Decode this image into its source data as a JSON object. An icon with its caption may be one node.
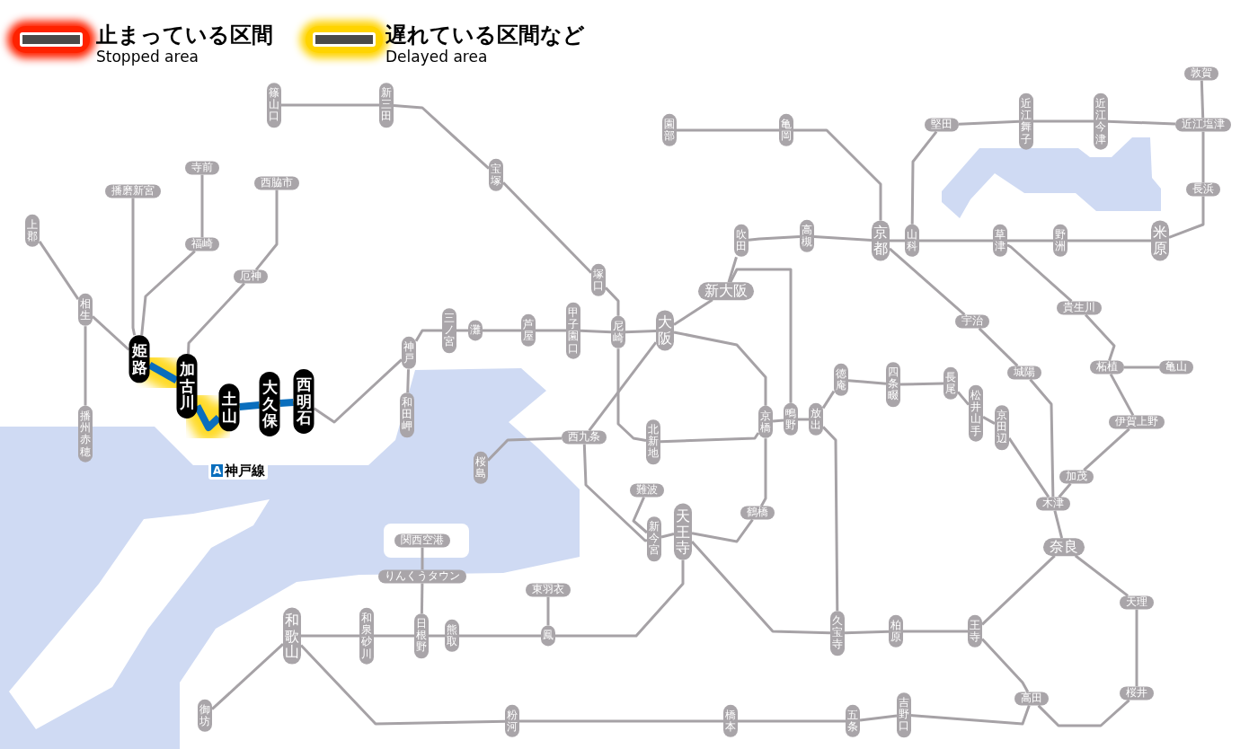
{
  "diagram": {
    "nodes": [
      {
        "text": [
          "篠山口"
        ]
      },
      {
        "text": [
          "新三田"
        ]
      },
      {
        "text": [
          "宝塚"
        ]
      },
      {
        "text": [
          "塚口"
        ]
      },
      {
        "text": [
          "尼崎"
        ]
      },
      {
        "text": [
          "大阪"
        ]
      },
      {
        "text": [
          "新大阪"
        ]
      },
      {
        "text": [
          "吹田"
        ]
      },
      {
        "text": [
          "高槻"
        ]
      },
      {
        "text": [
          "京都"
        ]
      },
      {
        "text": [
          "山科"
        ]
      },
      {
        "text": [
          "園部"
        ]
      },
      {
        "text": [
          "亀岡"
        ]
      },
      {
        "text": [
          "堅田"
        ]
      },
      {
        "text": [
          "近江舞子"
        ]
      },
      {
        "text": [
          "近江今津"
        ]
      },
      {
        "text": [
          "近江塩津"
        ]
      },
      {
        "text": [
          "敦賀"
        ]
      },
      {
        "text": [
          "長浜"
        ]
      },
      {
        "text": [
          "米原"
        ]
      },
      {
        "text": [
          "野洲"
        ]
      },
      {
        "text": [
          "草津"
        ]
      },
      {
        "text": [
          "貴生川"
        ]
      },
      {
        "text": [
          "柘植"
        ]
      },
      {
        "text": [
          "亀山"
        ]
      },
      {
        "text": [
          "伊賀上野"
        ]
      },
      {
        "text": [
          "加茂"
        ]
      },
      {
        "text": [
          "木津"
        ]
      },
      {
        "text": [
          "奈良"
        ]
      },
      {
        "text": [
          "宇治"
        ]
      },
      {
        "text": [
          "城陽"
        ]
      },
      {
        "text": [
          "天理"
        ]
      },
      {
        "text": [
          "桜井"
        ]
      },
      {
        "text": [
          "高田"
        ]
      },
      {
        "text": [
          "王寺"
        ]
      },
      {
        "text": [
          "柏原"
        ]
      },
      {
        "text": [
          "久宝寺"
        ]
      },
      {
        "text": [
          "放出"
        ]
      },
      {
        "text": [
          "鴫野"
        ]
      },
      {
        "text": [
          "京橋"
        ]
      },
      {
        "text": [
          "徳庵"
        ]
      },
      {
        "text": [
          "四条畷"
        ]
      },
      {
        "text": [
          "長尾"
        ]
      },
      {
        "text": [
          "松井山手"
        ]
      },
      {
        "text": [
          "京田辺"
        ]
      },
      {
        "text": [
          "北新地"
        ]
      },
      {
        "text": [
          "西九条"
        ]
      },
      {
        "text": [
          "桜島"
        ]
      },
      {
        "text": [
          "鶴橋"
        ]
      },
      {
        "text": [
          "天王寺"
        ]
      },
      {
        "text": [
          "新今宮"
        ]
      },
      {
        "text": [
          "難波"
        ]
      },
      {
        "text": [
          "東羽衣"
        ]
      },
      {
        "text": [
          "鳳"
        ]
      },
      {
        "text": [
          "熊取"
        ]
      },
      {
        "text": [
          "日根野"
        ]
      },
      {
        "text": [
          "りんくうタウン"
        ]
      },
      {
        "text": [
          "関西空港"
        ]
      },
      {
        "text": [
          "和泉砂川"
        ]
      },
      {
        "text": [
          "和歌山"
        ]
      },
      {
        "text": [
          "御坊"
        ]
      },
      {
        "text": [
          "粉河"
        ]
      },
      {
        "text": [
          "橋本"
        ]
      },
      {
        "text": [
          "五条"
        ]
      },
      {
        "text": [
          "吉野口"
        ]
      },
      {
        "text": [
          "甲子園口"
        ]
      },
      {
        "text": [
          "芦屋"
        ]
      },
      {
        "text": [
          "灘"
        ]
      },
      {
        "text": [
          "三ノ宮"
        ]
      },
      {
        "text": [
          "神戸"
        ]
      },
      {
        "text": [
          "和田岬"
        ]
      },
      {
        "text": [
          "西明石"
        ]
      },
      {
        "text": [
          "大久保"
        ]
      },
      {
        "text": [
          "土山"
        ]
      },
      {
        "text": [
          "加古川"
        ]
      },
      {
        "text": [
          "姫路"
        ]
      },
      {
        "text": [
          "厄神"
        ]
      },
      {
        "text": [
          "西脇市"
        ]
      },
      {
        "text": [
          "福崎"
        ]
      },
      {
        "text": [
          "寺前"
        ]
      },
      {
        "text": [
          "播磨新宮"
        ]
      },
      {
        "text": [
          "上郡"
        ]
      },
      {
        "text": [
          "相生"
        ]
      },
      {
        "text": [
          "播州赤穂"
        ]
      }
    ],
    "edges": [
      {
        "from": 81,
        "to": 82,
        "arrow": "none"
      },
      {
        "from": 82,
        "to": 75,
        "arrow": "none"
      },
      {
        "from": 82,
        "to": 83,
        "arrow": "none"
      },
      {
        "from": 80,
        "to": 75,
        "arrow": "none"
      },
      {
        "from": 79,
        "to": 78,
        "arrow": "none"
      },
      {
        "from": 78,
        "to": 75,
        "arrow": "none"
      },
      {
        "from": 77,
        "to": 76,
        "arrow": "none"
      },
      {
        "from": 76,
        "to": 74,
        "arrow": "none"
      },
      {
        "from": 75,
        "to": 74,
        "arrow": "none",
        "style": "thick",
        "color": "#0a6ebd"
      },
      {
        "from": 74,
        "to": 73,
        "arrow": "none",
        "style": "thick",
        "color": "#0a6ebd"
      },
      {
        "from": 73,
        "to": 72,
        "arrow": "none",
        "style": "thick",
        "color": "#0a6ebd"
      },
      {
        "from": 72,
        "to": 71,
        "arrow": "none",
        "style": "thick",
        "color": "#0a6ebd"
      },
      {
        "from": 71,
        "to": 69,
        "arrow": "none"
      },
      {
        "from": 69,
        "to": 70,
        "arrow": "none"
      },
      {
        "from": 69,
        "to": 68,
        "arrow": "none"
      },
      {
        "from": 68,
        "to": 67,
        "arrow": "none"
      },
      {
        "from": 67,
        "to": 66,
        "arrow": "none"
      },
      {
        "from": 66,
        "to": 65,
        "arrow": "none"
      },
      {
        "from": 65,
        "to": 4,
        "arrow": "none"
      },
      {
        "from": 4,
        "to": 5,
        "arrow": "none"
      },
      {
        "from": 0,
        "to": 1,
        "arrow": "none"
      },
      {
        "from": 1,
        "to": 2,
        "arrow": "none"
      },
      {
        "from": 2,
        "to": 3,
        "arrow": "none"
      },
      {
        "from": 3,
        "to": 4,
        "arrow": "none"
      },
      {
        "from": 4,
        "to": 45,
        "arrow": "none"
      },
      {
        "from": 45,
        "to": 39,
        "arrow": "none"
      },
      {
        "from": 39,
        "to": 38,
        "arrow": "none"
      },
      {
        "from": 38,
        "to": 37,
        "arrow": "none"
      },
      {
        "from": 37,
        "to": 40,
        "arrow": "none"
      },
      {
        "from": 40,
        "to": 41,
        "arrow": "none"
      },
      {
        "from": 41,
        "to": 42,
        "arrow": "none"
      },
      {
        "from": 42,
        "to": 43,
        "arrow": "none"
      },
      {
        "from": 43,
        "to": 44,
        "arrow": "none"
      },
      {
        "from": 44,
        "to": 27,
        "arrow": "none"
      },
      {
        "from": 37,
        "to": 36,
        "arrow": "none"
      },
      {
        "from": 6,
        "to": 38,
        "arrow": "none"
      },
      {
        "from": 5,
        "to": 6,
        "arrow": "none"
      },
      {
        "from": 6,
        "to": 7,
        "arrow": "none"
      },
      {
        "from": 7,
        "to": 8,
        "arrow": "none"
      },
      {
        "from": 8,
        "to": 9,
        "arrow": "none"
      },
      {
        "from": 9,
        "to": 10,
        "arrow": "none"
      },
      {
        "from": 10,
        "to": 21,
        "arrow": "none"
      },
      {
        "from": 21,
        "to": 20,
        "arrow": "none"
      },
      {
        "from": 20,
        "to": 19,
        "arrow": "none"
      },
      {
        "from": 19,
        "to": 18,
        "arrow": "none"
      },
      {
        "from": 18,
        "to": 16,
        "arrow": "none"
      },
      {
        "from": 17,
        "to": 16,
        "arrow": "none"
      },
      {
        "from": 16,
        "to": 15,
        "arrow": "none"
      },
      {
        "from": 15,
        "to": 14,
        "arrow": "none"
      },
      {
        "from": 14,
        "to": 13,
        "arrow": "none"
      },
      {
        "from": 13,
        "to": 10,
        "arrow": "none"
      },
      {
        "from": 11,
        "to": 12,
        "arrow": "none"
      },
      {
        "from": 12,
        "to": 9,
        "arrow": "none"
      },
      {
        "from": 9,
        "to": 29,
        "arrow": "none"
      },
      {
        "from": 29,
        "to": 30,
        "arrow": "none"
      },
      {
        "from": 30,
        "to": 27,
        "arrow": "none"
      },
      {
        "from": 27,
        "to": 28,
        "arrow": "none"
      },
      {
        "from": 21,
        "to": 22,
        "arrow": "none"
      },
      {
        "from": 22,
        "to": 23,
        "arrow": "none"
      },
      {
        "from": 23,
        "to": 24,
        "arrow": "none"
      },
      {
        "from": 23,
        "to": 25,
        "arrow": "none"
      },
      {
        "from": 25,
        "to": 26,
        "arrow": "none"
      },
      {
        "from": 26,
        "to": 27,
        "arrow": "none"
      },
      {
        "from": 28,
        "to": 31,
        "arrow": "none"
      },
      {
        "from": 31,
        "to": 32,
        "arrow": "none"
      },
      {
        "from": 32,
        "to": 33,
        "arrow": "none"
      },
      {
        "from": 28,
        "to": 34,
        "arrow": "none"
      },
      {
        "from": 34,
        "to": 33,
        "arrow": "none"
      },
      {
        "from": 33,
        "to": 64,
        "arrow": "none"
      },
      {
        "from": 64,
        "to": 63,
        "arrow": "none"
      },
      {
        "from": 63,
        "to": 62,
        "arrow": "none"
      },
      {
        "from": 62,
        "to": 61,
        "arrow": "none"
      },
      {
        "from": 61,
        "to": 59,
        "arrow": "none"
      },
      {
        "from": 59,
        "to": 58,
        "arrow": "none"
      },
      {
        "from": 58,
        "to": 55,
        "arrow": "none"
      },
      {
        "from": 55,
        "to": 54,
        "arrow": "none"
      },
      {
        "from": 54,
        "to": 53,
        "arrow": "none"
      },
      {
        "from": 53,
        "to": 52,
        "arrow": "none"
      },
      {
        "from": 53,
        "to": 49,
        "arrow": "none"
      },
      {
        "from": 56,
        "to": 57,
        "arrow": "none"
      },
      {
        "from": 56,
        "to": 55,
        "arrow": "none"
      },
      {
        "from": 59,
        "to": 60,
        "arrow": "none"
      },
      {
        "from": 49,
        "to": 36,
        "arrow": "none"
      },
      {
        "from": 36,
        "to": 35,
        "arrow": "none"
      },
      {
        "from": 35,
        "to": 34,
        "arrow": "none"
      },
      {
        "from": 5,
        "to": 39,
        "arrow": "none"
      },
      {
        "from": 39,
        "to": 48,
        "arrow": "none"
      },
      {
        "from": 48,
        "to": 49,
        "arrow": "none"
      },
      {
        "from": 49,
        "to": 50,
        "arrow": "none"
      },
      {
        "from": 50,
        "to": 46,
        "arrow": "none"
      },
      {
        "from": 46,
        "to": 5,
        "arrow": "none"
      },
      {
        "from": 46,
        "to": 47,
        "arrow": "none"
      },
      {
        "from": 51,
        "to": 50,
        "arrow": "none"
      }
    ],
    "labels": [
      "Stopped area",
      "Delayed area",
      "A",
      "神戸線"
    ],
    "legend": [
      {
        "text": "止まっている区間",
        "color": "#ff2200"
      },
      {
        "text": "遅れている区間など",
        "color": "#ffd400"
      }
    ]
  }
}
